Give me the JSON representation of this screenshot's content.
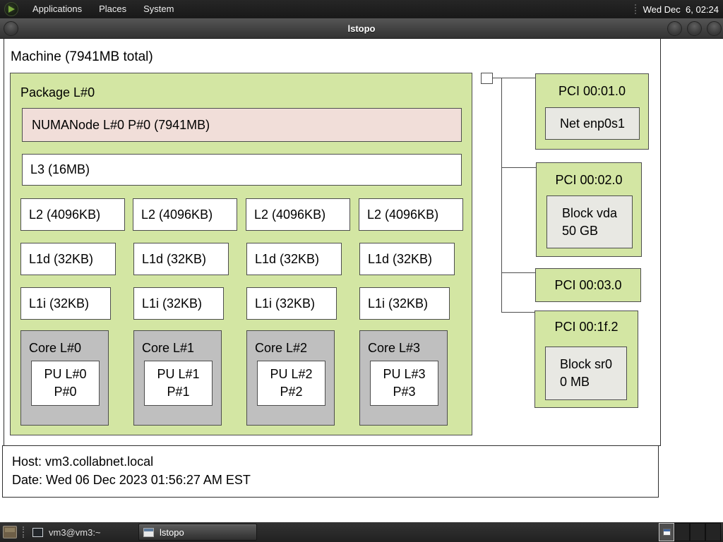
{
  "menubar": {
    "items": [
      {
        "label": "Applications"
      },
      {
        "label": "Places"
      },
      {
        "label": "System"
      }
    ],
    "clock": "Wed Dec  6, 02:24"
  },
  "titlebar": {
    "title": "lstopo"
  },
  "machine": {
    "label": "Machine (7941MB total)"
  },
  "package": {
    "label": "Package L#0",
    "numanode": "NUMANode L#0 P#0 (7941MB)",
    "l3": "L3 (16MB)",
    "l2": [
      "L2 (4096KB)",
      "L2 (4096KB)",
      "L2 (4096KB)",
      "L2 (4096KB)"
    ],
    "l1d": [
      "L1d (32KB)",
      "L1d (32KB)",
      "L1d (32KB)",
      "L1d (32KB)"
    ],
    "l1i": [
      "L1i (32KB)",
      "L1i (32KB)",
      "L1i (32KB)",
      "L1i (32KB)"
    ],
    "cores": [
      {
        "label": "Core L#0",
        "pu_line1": "PU L#0",
        "pu_line2": "P#0"
      },
      {
        "label": "Core L#1",
        "pu_line1": "PU L#1",
        "pu_line2": "P#1"
      },
      {
        "label": "Core L#2",
        "pu_line1": "PU L#2",
        "pu_line2": "P#2"
      },
      {
        "label": "Core L#3",
        "pu_line1": "PU L#3",
        "pu_line2": "P#3"
      }
    ]
  },
  "pci": [
    {
      "label": "PCI 00:01.0",
      "device_line1": "Net enp0s1"
    },
    {
      "label": "PCI 00:02.0",
      "device_line1": "Block vda",
      "device_line2": "50 GB"
    },
    {
      "label": "PCI 00:03.0"
    },
    {
      "label": "PCI 00:1f.2",
      "device_line1": "Block sr0",
      "device_line2": "0 MB"
    }
  ],
  "footer": {
    "host": "Host: vm3.collabnet.local",
    "date": "Date: Wed 06 Dec 2023 01:56:27 AM EST"
  },
  "taskbar": {
    "items": [
      {
        "label": "vm3@vm3:~"
      },
      {
        "label": "lstopo"
      }
    ]
  },
  "colors": {
    "package_green": "#d3e6a3",
    "numanode_pink": "#f1ded9",
    "core_grey": "#bfbfbf",
    "device_grey": "#e8e8e3",
    "cache_white": "#ffffff",
    "box_border": "#4d4d4d",
    "panel_dark": "#1e1e1e"
  }
}
